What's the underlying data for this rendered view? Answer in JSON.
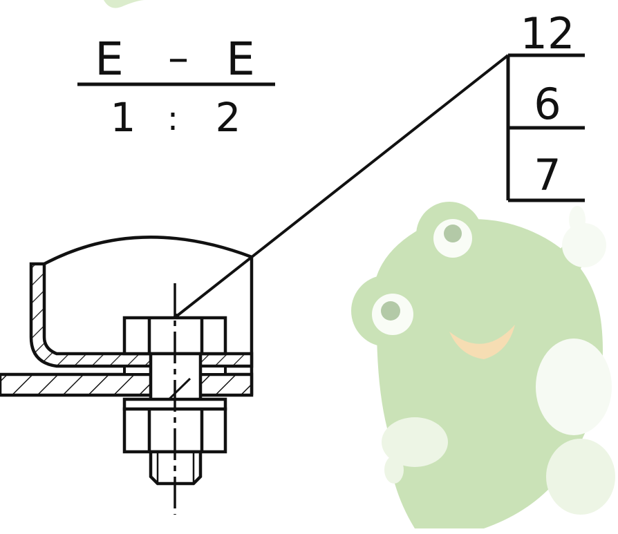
{
  "section_view": {
    "name_left": "E",
    "dash": "–",
    "name_right": "E",
    "scale_left": "1",
    "scale_sep": ":",
    "scale_right": "2"
  },
  "callout": {
    "top": "12",
    "middle": "6",
    "bottom": "7"
  },
  "colors": {
    "line": "#111111",
    "watermark_green": "#a8cf8c",
    "watermark_light": "#cfe5bb",
    "watermark_mouth": "#f3d29a"
  },
  "watermark": {
    "icon": "frog-mascot-icon"
  }
}
